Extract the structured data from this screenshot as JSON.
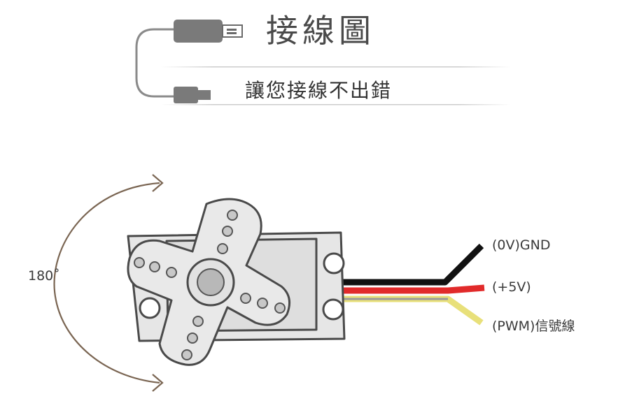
{
  "header": {
    "title": "接線圖",
    "subtitle": "讓您接線不出錯"
  },
  "rotation": {
    "angle_label": "180˚"
  },
  "wires": [
    {
      "label": "(0V)GND",
      "color": "#111111"
    },
    {
      "label": "(+5V)",
      "color": "#e12a2a"
    },
    {
      "label": "(PWM)信號線",
      "color": "#e8e07a"
    }
  ],
  "icons": {
    "header": "usb-cable-icon",
    "servo": "servo-motor-icon",
    "rotation": "rotation-arrow-icon"
  },
  "colors": {
    "outline": "#4a4a4a",
    "body": "#e6e6e6",
    "arrow": "#7a6552",
    "cable_gray": "#7a7a7a"
  }
}
